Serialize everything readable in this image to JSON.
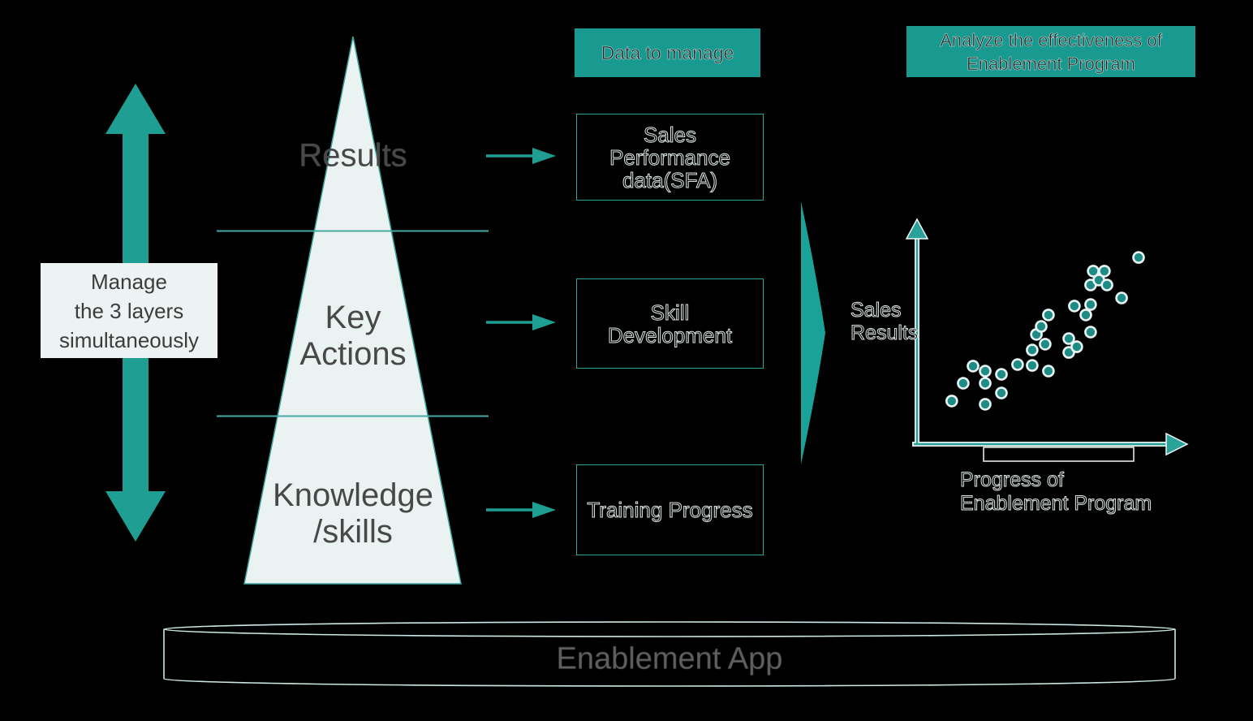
{
  "palette": {
    "accent_teal": "#1a9b90",
    "arrow_teal": "#1f9e94",
    "dot_teal": "#1d8b86",
    "pyramid_fill": "#eaf3f2",
    "pyramid_border": "#3aa49c",
    "note_fill": "#edf3f3",
    "dark_text": "#484848",
    "outline_stroke": "#d9e2e1",
    "cylinder_stroke": "#cbe8e6"
  },
  "left_note": {
    "lines": [
      "Manage",
      "the 3 layers",
      "simultaneously"
    ]
  },
  "pyramid": {
    "layers": [
      {
        "lines": [
          "Results"
        ]
      },
      {
        "lines": [
          "Key",
          "Actions"
        ]
      },
      {
        "lines": [
          "Knowledge",
          "/skills"
        ]
      }
    ]
  },
  "flow": {
    "data_header": "Data to manage",
    "boxes": [
      {
        "lines": [
          "Sales",
          "Performance",
          "data(SFA)"
        ]
      },
      {
        "lines": [
          "Skill",
          "Development"
        ]
      },
      {
        "lines": [
          "Training Progress"
        ]
      }
    ]
  },
  "analysis": {
    "header_lines": [
      "Analyze the effectiveness of",
      "Enablement Program"
    ],
    "ylabel_lines": [
      "Sales",
      "Results"
    ],
    "xlabel_lines": [
      "Progress of",
      "Enablement Program"
    ]
  },
  "footer": {
    "label": "Enablement App"
  },
  "chart_data": {
    "type": "scatter",
    "title": "",
    "xlabel": "Progress of Enablement Program",
    "ylabel": "Sales Results",
    "xlim": [
      0,
      100
    ],
    "ylim": [
      0,
      100
    ],
    "grid": false,
    "legend": false,
    "points": [
      {
        "x": 13.1,
        "y": 19.9
      },
      {
        "x": 25.7,
        "y": 18.4
      },
      {
        "x": 17.4,
        "y": 28.1
      },
      {
        "x": 25.7,
        "y": 28.1
      },
      {
        "x": 31.8,
        "y": 23.6
      },
      {
        "x": 21.1,
        "y": 36.0
      },
      {
        "x": 25.7,
        "y": 33.7
      },
      {
        "x": 31.8,
        "y": 32.2
      },
      {
        "x": 49.5,
        "y": 33.7
      },
      {
        "x": 37.9,
        "y": 36.7
      },
      {
        "x": 43.4,
        "y": 36.3
      },
      {
        "x": 43.4,
        "y": 43.4
      },
      {
        "x": 57.2,
        "y": 42.3
      },
      {
        "x": 48.3,
        "y": 46.1
      },
      {
        "x": 60.2,
        "y": 44.9
      },
      {
        "x": 57.2,
        "y": 48.7
      },
      {
        "x": 45.0,
        "y": 50.6
      },
      {
        "x": 65.4,
        "y": 51.7
      },
      {
        "x": 46.8,
        "y": 54.3
      },
      {
        "x": 63.6,
        "y": 59.6
      },
      {
        "x": 49.5,
        "y": 59.6
      },
      {
        "x": 59.3,
        "y": 63.7
      },
      {
        "x": 65.4,
        "y": 64.4
      },
      {
        "x": 77.1,
        "y": 67.4
      },
      {
        "x": 65.4,
        "y": 73.4
      },
      {
        "x": 68.5,
        "y": 75.7
      },
      {
        "x": 71.6,
        "y": 73.4
      },
      {
        "x": 66.4,
        "y": 79.8
      },
      {
        "x": 70.6,
        "y": 79.8
      },
      {
        "x": 83.5,
        "y": 86.1
      }
    ]
  }
}
